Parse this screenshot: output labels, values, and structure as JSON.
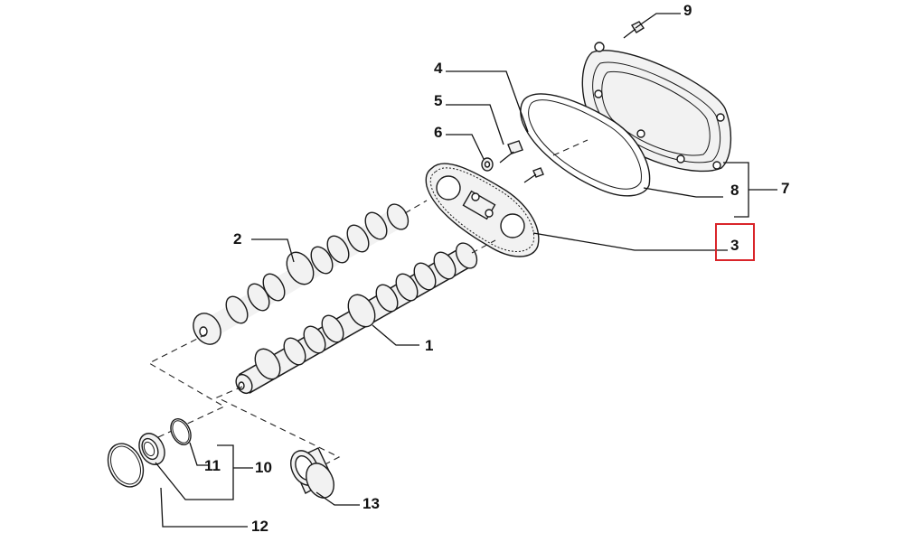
{
  "highlight_color": "#d9252a",
  "callouts": [
    {
      "id": "1",
      "text": "1"
    },
    {
      "id": "2",
      "text": "2"
    },
    {
      "id": "3",
      "text": "3",
      "highlighted": true
    },
    {
      "id": "4",
      "text": "4"
    },
    {
      "id": "5",
      "text": "5"
    },
    {
      "id": "6",
      "text": "6"
    },
    {
      "id": "7",
      "text": "7"
    },
    {
      "id": "8",
      "text": "8"
    },
    {
      "id": "9",
      "text": "9"
    },
    {
      "id": "10",
      "text": "10"
    },
    {
      "id": "11",
      "text": "11"
    },
    {
      "id": "12",
      "text": "12"
    },
    {
      "id": "13",
      "text": "13"
    }
  ],
  "icons": [
    "camshaft-icon",
    "timing-chain-icon",
    "cover-icon",
    "gasket-icon",
    "bolt-icon",
    "washer-icon",
    "seal-ring-icon",
    "bearing-icon"
  ]
}
